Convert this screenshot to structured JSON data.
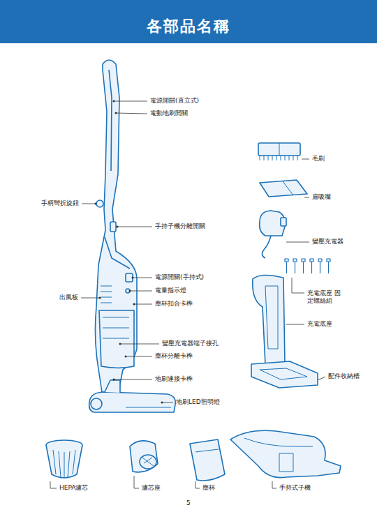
{
  "diagram": {
    "title": "各部品名稱",
    "labels": [
      "電源開關(直立式)",
      "電動地刷開關",
      "毛刷",
      "扁吸嘴",
      "手柄彎折旋鈕",
      "手持子機分離開關",
      "變壓充電器",
      "電源開關(手持式)",
      "出風板",
      "電量指示燈",
      "塵杯扣合卡榫",
      "充電底座 固定螺絲組",
      "充電底座",
      "變壓充電器端子接孔",
      "塵杯分離卡榫",
      "地刷連接卡榫",
      "配件收納槽",
      "地刷LED照明燈",
      "HEPA濾芯",
      "濾芯座",
      "塵杯",
      "手持式子機",
      "5"
    ]
  }
}
